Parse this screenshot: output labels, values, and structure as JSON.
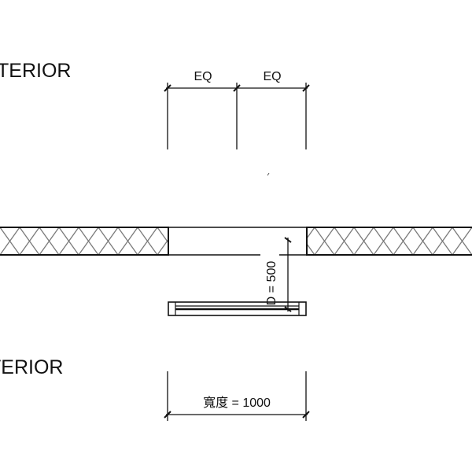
{
  "labels": {
    "top_side": "TERIOR",
    "bottom_side": "TERIOR"
  },
  "dimensions": {
    "eq_left": "EQ",
    "eq_right": "EQ",
    "depth": "D = 500",
    "width": "寬度 = 1000"
  },
  "colors": {
    "line": "#111111",
    "hatch": "#7a7a7a"
  }
}
